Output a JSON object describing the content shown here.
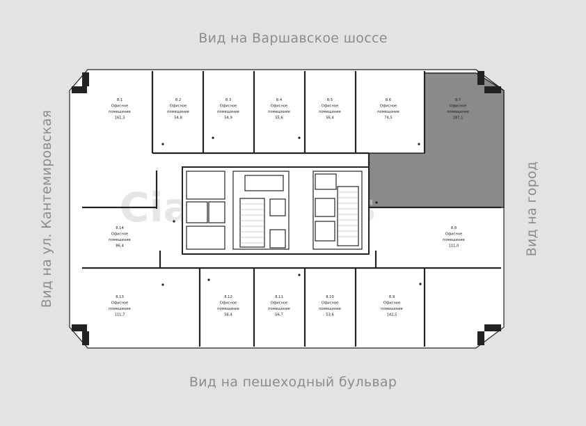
{
  "views": {
    "top": "Вид на Варшавское шоссе",
    "bottom": "Вид на пешеходный бульвар",
    "left": "Вид на ул. Кантемировская",
    "right": "Вид на город"
  },
  "watermark": "Cian points",
  "highlight_color": "#8a8a8a",
  "rooms": [
    {
      "num": "8.1",
      "type1": "Офисное",
      "type2": "помещение",
      "area": "161,3"
    },
    {
      "num": "8.2",
      "type1": "Офисное",
      "type2": "помещение",
      "area": "54,8"
    },
    {
      "num": "8.3",
      "type1": "Офисное",
      "type2": "помещение",
      "area": "54,9"
    },
    {
      "num": "8.4",
      "type1": "Офисное",
      "type2": "помещение",
      "area": "55,6"
    },
    {
      "num": "8.5",
      "type1": "Офисное",
      "type2": "помещение",
      "area": "56,4"
    },
    {
      "num": "8.6",
      "type1": "Офисное",
      "type2": "помещение",
      "area": "74,5"
    },
    {
      "num": "8.7",
      "type1": "Офисное",
      "type2": "помещение",
      "area": "187,1"
    },
    {
      "num": "8.8",
      "type1": "Офисное",
      "type2": "помещение",
      "area": "111,0"
    },
    {
      "num": "8.9",
      "type1": "Офисное",
      "type2": "помещение",
      "area": "142,5"
    },
    {
      "num": "8.10",
      "type1": "Офисное",
      "type2": "помещение",
      "area": "53,6"
    },
    {
      "num": "8.11",
      "type1": "Офисное",
      "type2": "помещение",
      "area": "56,7"
    },
    {
      "num": "8.12",
      "type1": "Офисное",
      "type2": "помещение",
      "area": "56,4"
    },
    {
      "num": "8.13",
      "type1": "Офисное",
      "type2": "помещение",
      "area": "111,7"
    },
    {
      "num": "8.14",
      "type1": "Офисное",
      "type2": "помещение",
      "area": "86,4"
    }
  ]
}
